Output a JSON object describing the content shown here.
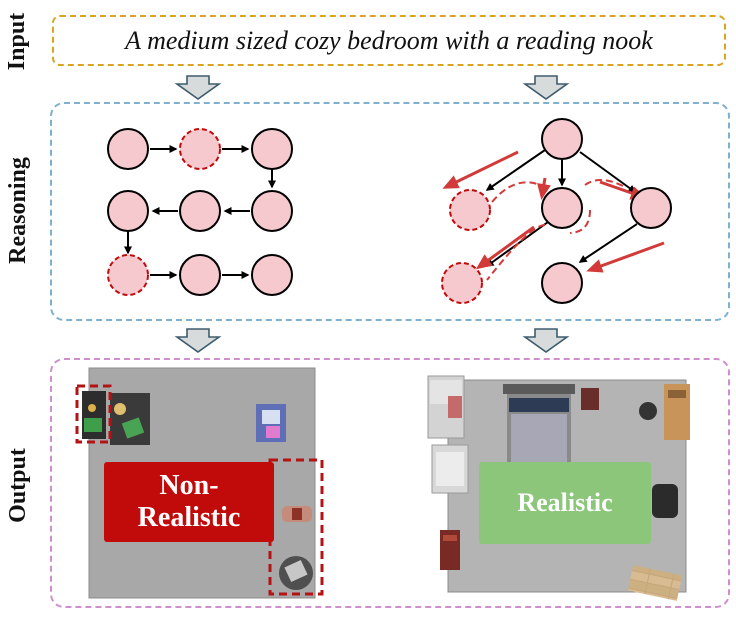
{
  "labels": {
    "input": "Input",
    "reasoning": "Reasoning",
    "output": "Output"
  },
  "input_prompt": "A medium sized cozy bedroom with a reading nook",
  "output": {
    "left_badge": "Non-\nRealistic",
    "right_badge": "Realistic"
  },
  "colors": {
    "input_border": "#d9a521",
    "reasoning_border": "#7fb0d0",
    "output_border": "#cf8fcf",
    "node_fill": "#f6c9cf",
    "error_red": "#c10a0a",
    "realistic_green": "#8cc67a",
    "flow_arrow": "#d7dbdc"
  }
}
